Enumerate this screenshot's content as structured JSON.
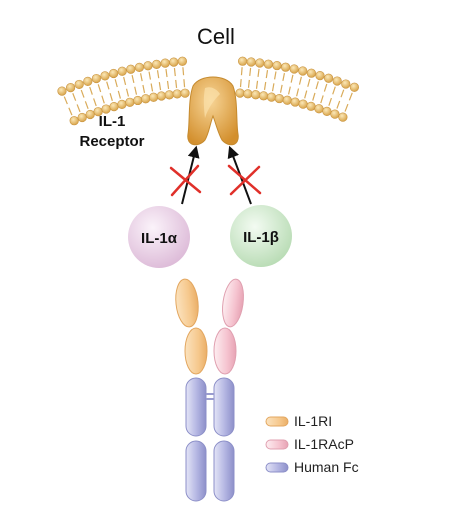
{
  "title": "Cell",
  "receptor_label_line1": "IL-1",
  "receptor_label_line2": "Receptor",
  "ligands": [
    {
      "label": "IL-1α",
      "color": "#e8cfe3"
    },
    {
      "label": "IL-1β",
      "color": "#cfe8cc"
    }
  ],
  "legend": [
    {
      "label": "IL-1RI",
      "color": "#f6c98e"
    },
    {
      "label": "IL-1RAcP",
      "color": "#f5c3cf"
    },
    {
      "label": "Human Fc",
      "color": "#aeb0de"
    }
  ],
  "colors": {
    "membrane": "#e3b55f",
    "receptor": "#e2a444",
    "block_x": "#e0302a",
    "arrow": "#111111"
  }
}
